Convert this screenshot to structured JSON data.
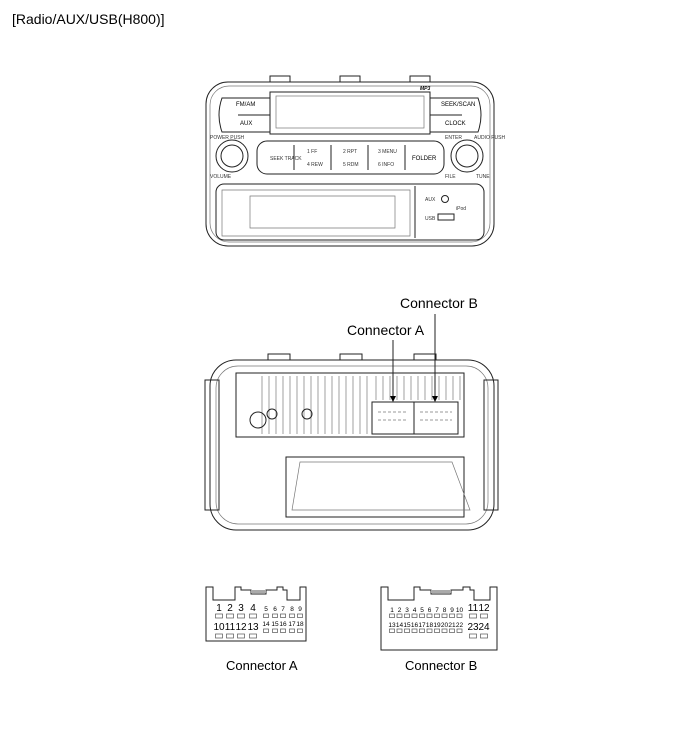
{
  "title": "[Radio/AUX/USB(H800)]",
  "front_panel": {
    "logo": "MP3",
    "left_buttons": [
      "FM/AM",
      "AUX"
    ],
    "right_buttons": [
      "SEEK/SCAN",
      "CLOCK"
    ],
    "power_label": "POWER PUSH",
    "volume_label": "VOLUME",
    "seek_track": "SEEK TRACK",
    "presets": [
      "1 FF",
      "2 RPT",
      "3 MENU",
      "4 REW",
      "5 RDM",
      "6 INFO"
    ],
    "folder": "FOLDER",
    "enter_label": "ENTER",
    "audio_label": "AUDIO PUSH",
    "file_label": "FILE",
    "tune_label": "TUNE",
    "aux_jack": "AUX",
    "usb_port": "USB",
    "ipod": "iPod"
  },
  "rear_view": {
    "connector_a_label": "Connector A",
    "connector_b_label": "Connector B"
  },
  "connector_a": {
    "caption": "Connector A",
    "large_top": [
      "1",
      "2",
      "3",
      "4"
    ],
    "small_top": [
      "5",
      "6",
      "7",
      "8",
      "9"
    ],
    "large_bottom": [
      "10",
      "11",
      "12",
      "13"
    ],
    "small_bottom": [
      "14",
      "15",
      "16",
      "17",
      "18"
    ]
  },
  "connector_b": {
    "caption": "Connector B",
    "small_top": [
      "1",
      "2",
      "3",
      "4",
      "5",
      "6",
      "7",
      "8",
      "9",
      "10"
    ],
    "small_bottom": [
      "13",
      "14",
      "15",
      "16",
      "17",
      "18",
      "19",
      "20",
      "21",
      "22"
    ],
    "large_top": [
      "11",
      "12"
    ],
    "large_bottom": [
      "23",
      "24"
    ]
  }
}
